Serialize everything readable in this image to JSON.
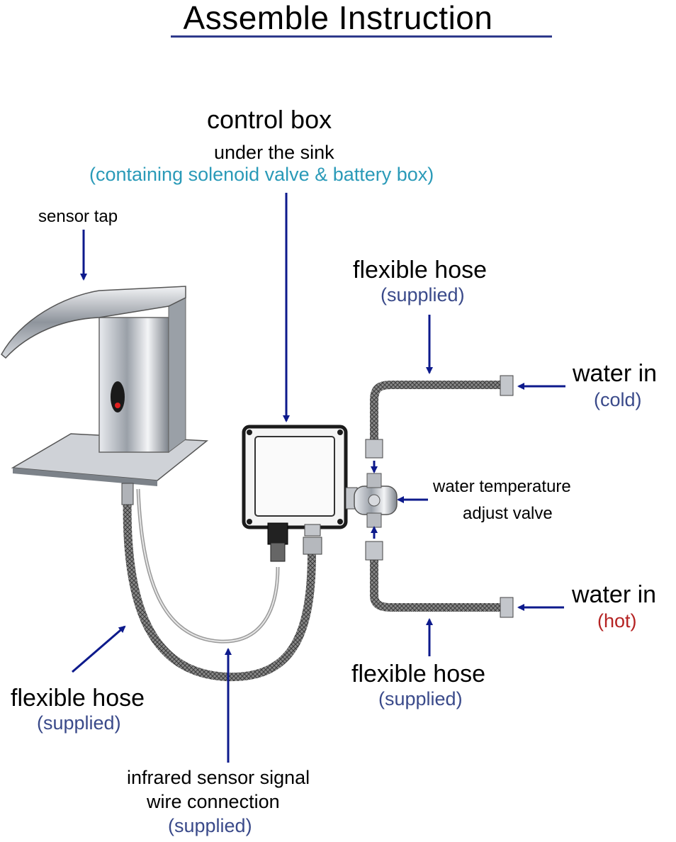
{
  "title": "Assemble  Instruction",
  "labels": {
    "control_box": "control   box",
    "under_sink": "under the sink",
    "containing": "(containing solenoid valve & battery box)",
    "sensor_tap": "sensor tap",
    "hose_top": "flexible hose",
    "hose_top_sub": "(supplied)",
    "water_in_cold": "water in",
    "cold": "(cold)",
    "temp_valve_1": "water temperature",
    "temp_valve_2": "adjust valve",
    "water_in_hot": "water in",
    "hot": "(hot)",
    "hose_bottom": "flexible hose",
    "hose_bottom_sub": "(supplied)",
    "hose_left": "flexible hose",
    "hose_left_sub": "(supplied)",
    "wire_1": "infrared sensor signal",
    "wire_2": "wire connection",
    "wire_sub": "(supplied)"
  },
  "colors": {
    "arrow": "#0d1a8c",
    "chrome": "#c9ccd1",
    "box": "#1b1b1b",
    "hose": "#6e6e6e",
    "sensor_red": "#e02020"
  }
}
